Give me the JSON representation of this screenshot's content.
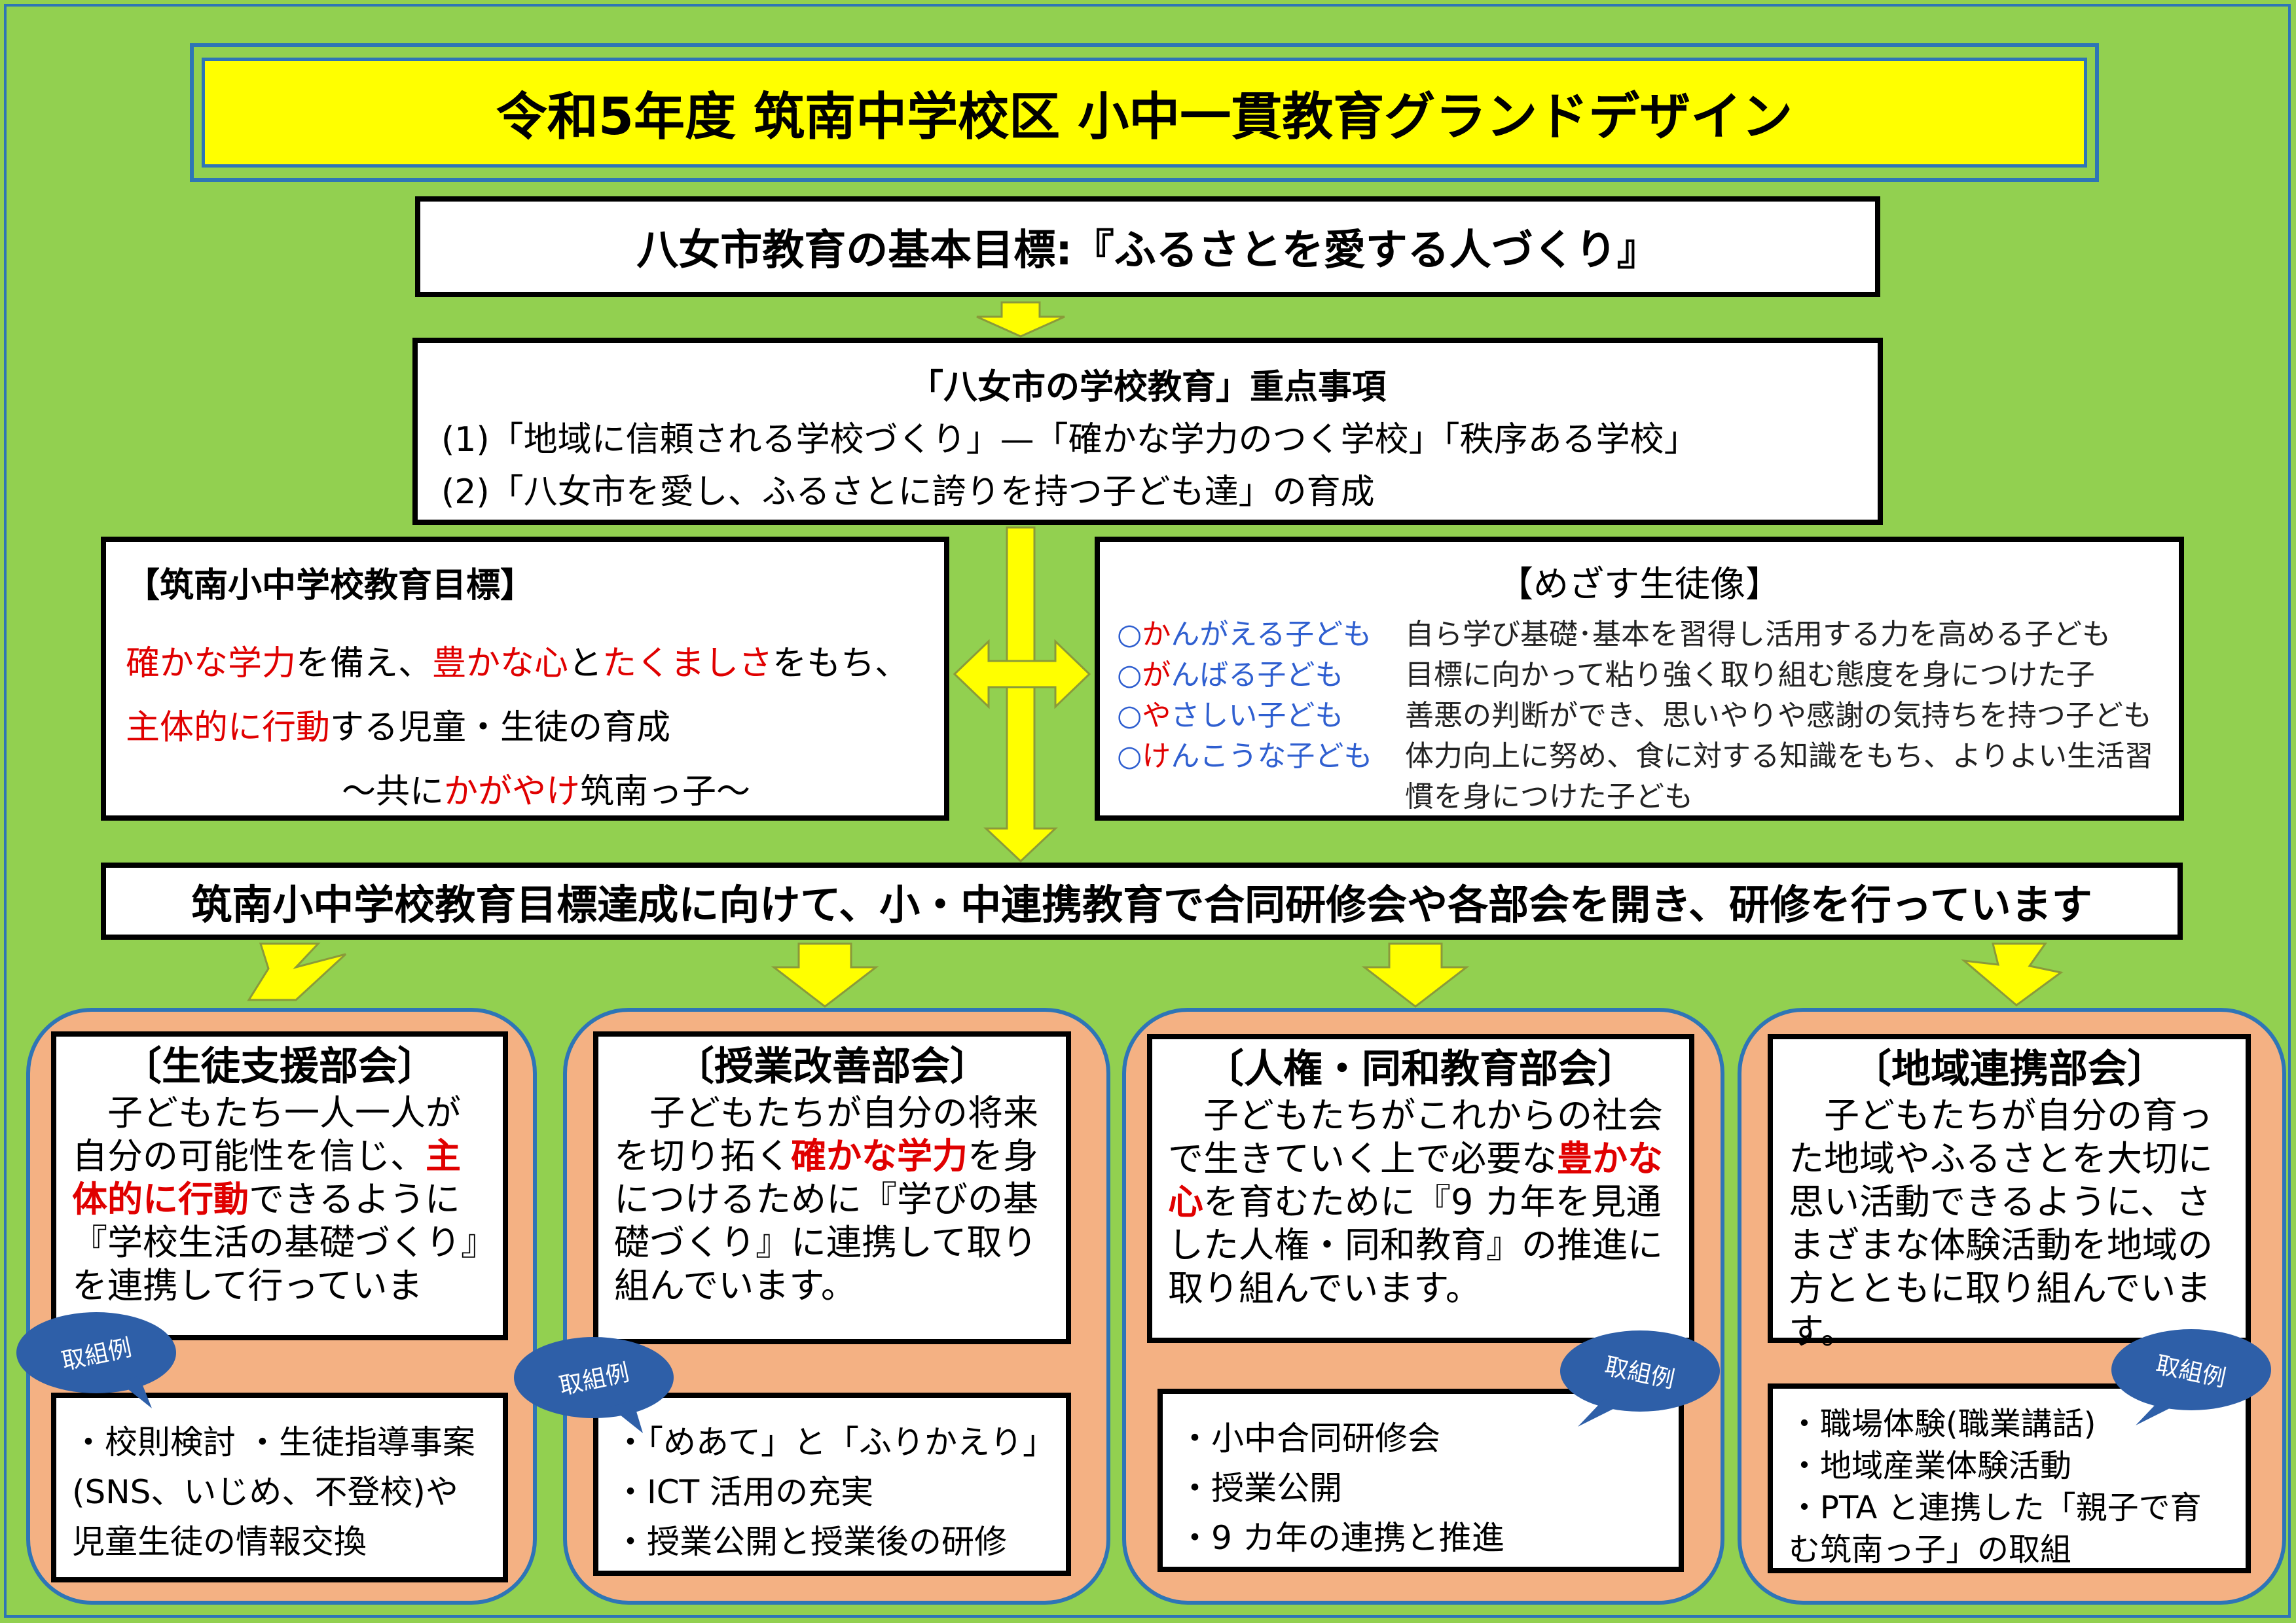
{
  "title": "令和5年度 筑南中学校区 小中一貫教育グランドデザイン",
  "basic_goal": "八女市教育の基本目標:『ふるさとを愛する人づくり』",
  "priority": {
    "heading": "「八女市の学校教育」重点事項",
    "item1": "(1)「地域に信頼される学校づくり」—「確かな学力のつく学校」「秩序ある学校」",
    "item2": "(2)「八女市を愛し、ふるさとに誇りを持つ子ども達」の育成"
  },
  "school_goal": {
    "heading": "【筑南小中学校教育目標】",
    "l1_a": "確かな学力",
    "l1_b": "を備え、",
    "l1_c": "豊かな心",
    "l1_d": "と",
    "l1_e": "たくましさ",
    "l1_f": "をもち、",
    "l2_a": "主体的に行動",
    "l2_b": "する児童・生徒の育成",
    "l3_a": "〜共に",
    "l3_b": "かがやけ",
    "l3_c": "筑南っ子〜"
  },
  "ideal": {
    "heading": "【めざす生徒像】",
    "rows": [
      {
        "mark": "○",
        "first": "か",
        "rest": "んがえる子ども",
        "desc": "自ら学び基礎･基本を習得し活用する力を高める子ども"
      },
      {
        "mark": "○",
        "first": "が",
        "rest": "んばる子ども",
        "desc": "目標に向かって粘り強く取り組む態度を身につけた子"
      },
      {
        "mark": "○",
        "first": "や",
        "rest": "さしい子ども",
        "desc": "善悪の判断ができ、思いやりや感謝の気持ちを持つ子ども"
      },
      {
        "mark": "○",
        "first": "け",
        "rest": "んこうな子ども",
        "desc": "体力向上に努め、食に対する知識をもち、よりよい生活習"
      }
    ],
    "desc_cont": "慣を身につけた子ども"
  },
  "band": "筑南小中学校教育目標達成に向けて、小・中連携教育で合同研修会や各部会を開き、研修を行っています",
  "bubble_label": "取組例",
  "departments": [
    {
      "name": "〔生徒支援部会〕",
      "t1": "子どもたち一人一人が自分の可能性を信じ、",
      "hl": "主体的に行動",
      "t2": "できるように『学校生活の基礎づくり』を連携して行っています。",
      "examples": [
        "・校則検討 ・生徒指導事案(SNS、いじめ、不登校)や児童生徒の情報交換"
      ]
    },
    {
      "name": "〔授業改善部会〕",
      "t1": "子どもたちが自分の将来を切り拓く",
      "hl": "確かな学力",
      "t2": "を身につけるために『学びの基礎づくり』に連携して取り組んでいます。",
      "examples": [
        "・「めあて」と「ふりかえり」",
        "・ICT 活用の充実",
        "・授業公開と授業後の研修"
      ]
    },
    {
      "name": "〔人権・同和教育部会〕",
      "t1": "子どもたちがこれからの社会で生きていく上で必要な",
      "hl": "豊かな心",
      "t2": "を育むために『9 カ年を見通した人権・同和教育』の推進に取り組んでいます。",
      "examples": [
        "・小中合同研修会",
        "・授業公開",
        "・9 カ年の連携と推進"
      ]
    },
    {
      "name": "〔地域連携部会〕",
      "t1": "子どもたちが自分の育った地域やふるさとを大切に思い活動できるように、さまざまな体験活動を地域の方とともに取り組んでいます。",
      "hl": "",
      "t2": "",
      "examples": [
        "・職場体験(職業講話)",
        "・地域産業体験活動",
        "・PTA と連携した「親子で育む筑南っ子」の取組"
      ]
    }
  ],
  "colors": {
    "background": "#92d050",
    "title_fill": "#ffff00",
    "frame": "#2e75b6",
    "arrow": "#ffff00",
    "panel": "#f4b183",
    "emphasis": "#e00000",
    "ideal_key": "#2f5fd0",
    "bubble": "#2e5fa8"
  }
}
